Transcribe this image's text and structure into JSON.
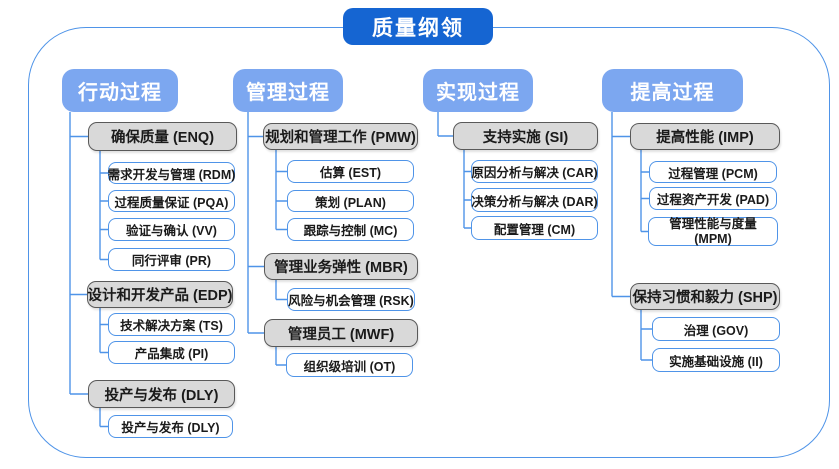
{
  "title": "质量纲领",
  "colors": {
    "title_bg": "#1565d2",
    "header_bg": "#7ca7f0",
    "line_blue": "#4f94e8",
    "gray_fill": "#d9d9d9",
    "gray_border": "#595959",
    "text": "#1a1a1a"
  },
  "columns": [
    {
      "header": "行动过程",
      "groups": [
        {
          "label": "确保质量 (ENQ)",
          "children": [
            "需求开发与管理 (RDM)",
            "过程质量保证 (PQA)",
            "验证与确认 (VV)",
            "同行评审 (PR)"
          ]
        },
        {
          "label": "设计和开发产品 (EDP)",
          "children": [
            "技术解决方案 (TS)",
            "产品集成 (PI)"
          ]
        },
        {
          "label": "投产与发布 (DLY)",
          "children": [
            "投产与发布 (DLY)"
          ]
        }
      ]
    },
    {
      "header": "管理过程",
      "groups": [
        {
          "label": "规划和管理工作 (PMW)",
          "children": [
            "估算 (EST)",
            "策划 (PLAN)",
            "跟踪与控制 (MC)"
          ]
        },
        {
          "label": "管理业务弹性 (MBR)",
          "children": [
            "风险与机会管理 (RSK)"
          ]
        },
        {
          "label": "管理员工 (MWF)",
          "children": [
            "组织级培训 (OT)"
          ]
        }
      ]
    },
    {
      "header": "实现过程",
      "groups": [
        {
          "label": "支持实施 (SI)",
          "children": [
            "原因分析与解决 (CAR)",
            "决策分析与解决 (DAR)",
            "配置管理 (CM)"
          ]
        }
      ]
    },
    {
      "header": "提高过程",
      "groups": [
        {
          "label": "提高性能 (IMP)",
          "children": [
            "过程管理 (PCM)",
            "过程资产开发 (PAD)",
            "管理性能与度量 (MPM)"
          ]
        },
        {
          "label": "保持习惯和毅力 (SHP)",
          "children": [
            "治理 (GOV)",
            "实施基础设施 (II)"
          ]
        }
      ]
    }
  ]
}
